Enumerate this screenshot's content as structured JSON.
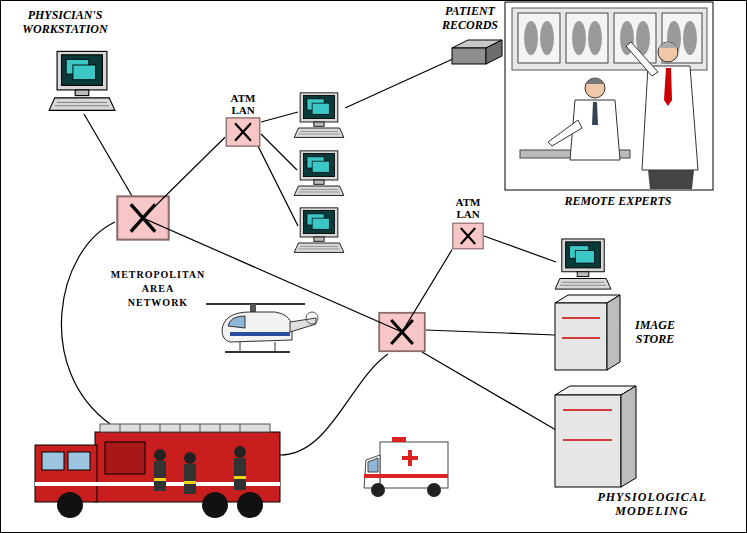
{
  "diagram": {
    "nodes": [
      {
        "text": [
          "ATM LAN"
        ]
      },
      {
        "text": [
          "ATM LAN"
        ]
      }
    ],
    "edges": [
      {
        "from": 0,
        "to": 1,
        "arrow": "none"
      }
    ],
    "labels": [
      "PHYSICIAN'S WORKSTATION",
      "PATIENT RECORDS",
      "REMOTE EXPERTS",
      "METROPOLITAN AREA NETWORK",
      "IMAGE STORE",
      "PHYSIOLOGICAL MODELING"
    ]
  }
}
